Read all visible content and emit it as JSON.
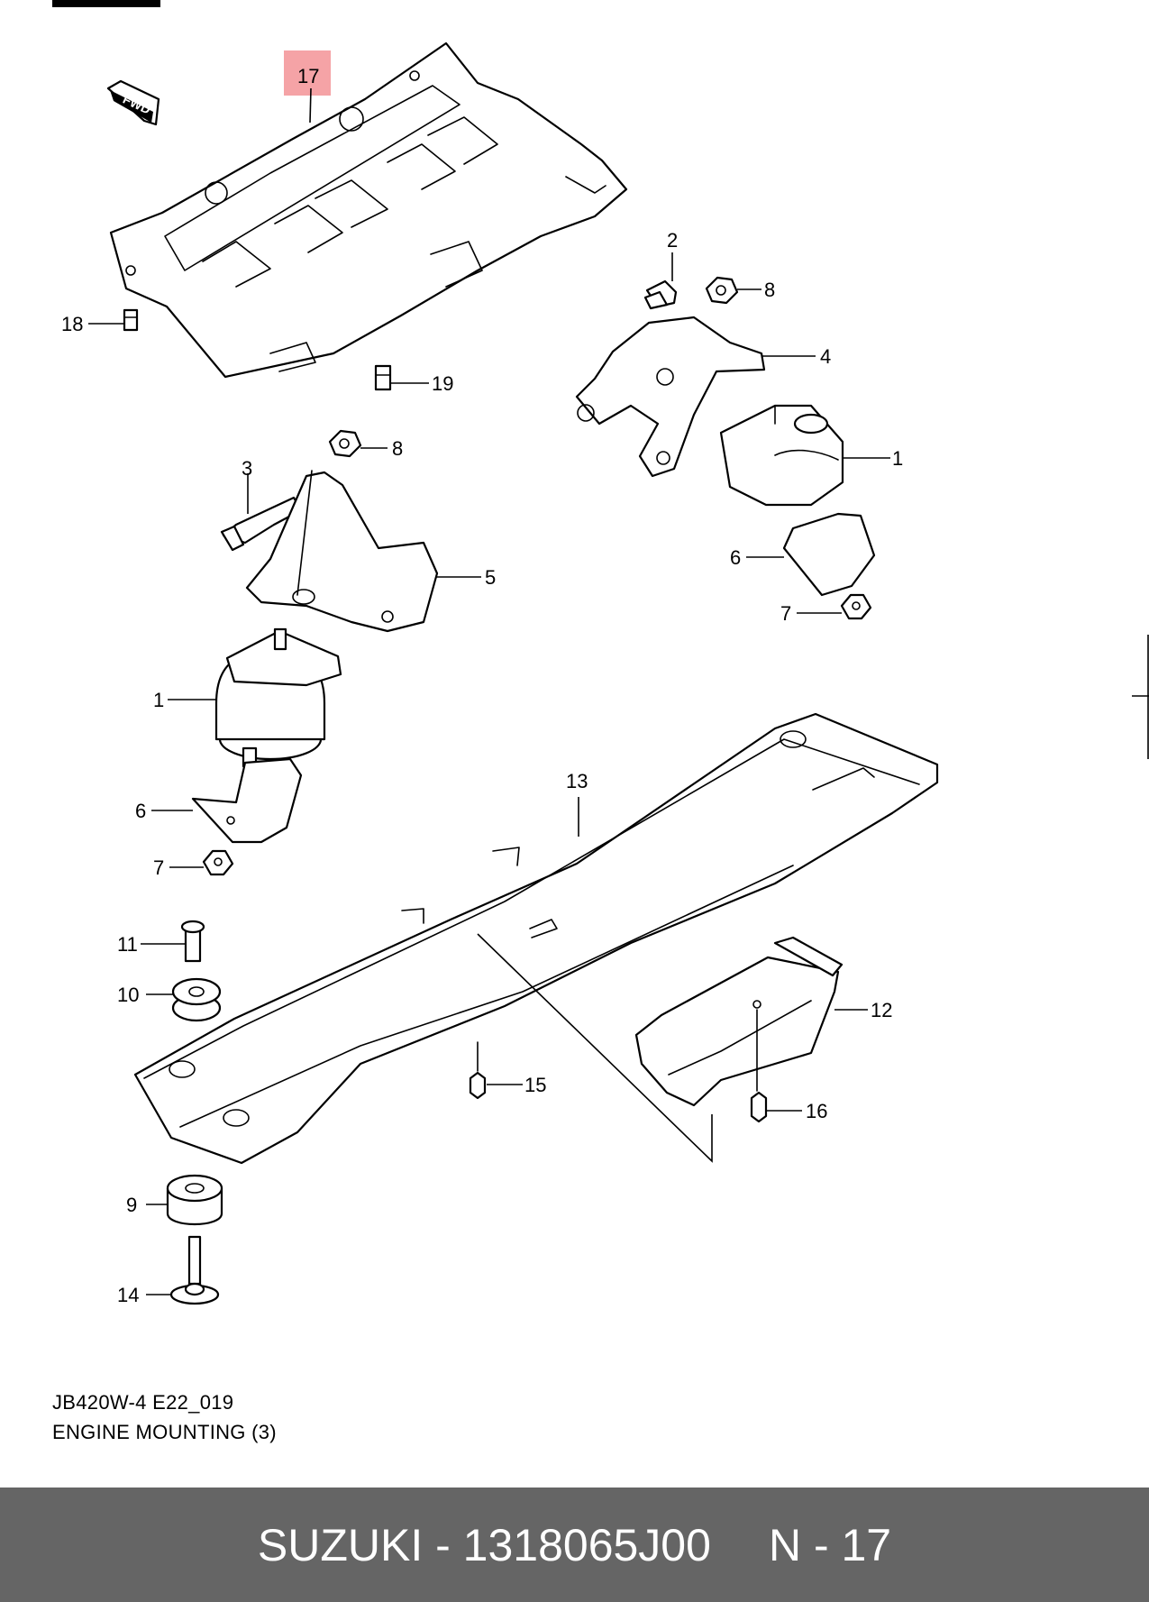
{
  "figure": {
    "fwd_label": "FWD",
    "code": "JB420W-4 E22_019",
    "title": "ENGINE MOUNTING (3)",
    "highlight_color": "#f5a3a6",
    "callouts": {
      "c17": "17",
      "c18": "18",
      "c19": "19",
      "c2": "2",
      "c8a": "8",
      "c4": "4",
      "c1a": "1",
      "c6a": "6",
      "c7a": "7",
      "c3": "3",
      "c8b": "8",
      "c5": "5",
      "c1b": "1",
      "c6b": "6",
      "c7b": "7",
      "c13": "13",
      "c11": "11",
      "c10": "10",
      "c12": "12",
      "c15": "15",
      "c16": "16",
      "c9": "9",
      "c14": "14"
    }
  },
  "footer": {
    "part_ref": "SUZUKI - 1318065J00",
    "position_ref": "N - 17"
  }
}
